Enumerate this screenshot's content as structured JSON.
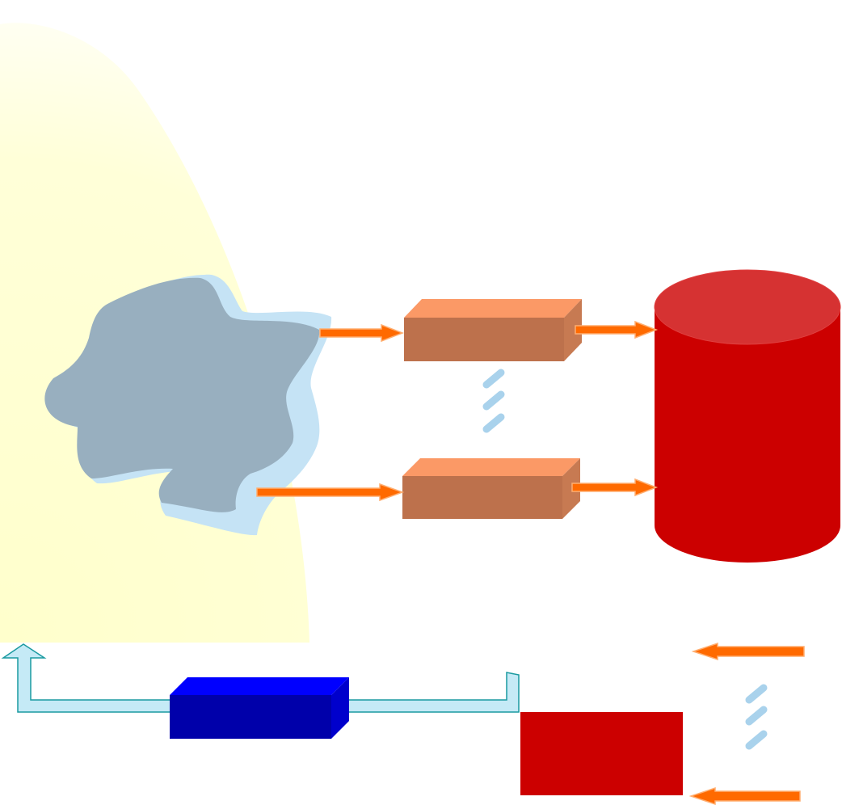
{
  "colors": {
    "background": "#ffffff",
    "glow": "#ffffcc",
    "cloud_face": "#98afbf",
    "cloud_side": "#c5e3f5",
    "box_top": "#fb9966",
    "box_front": "#bd714c",
    "box_side": "#c77a52",
    "cylinder_body": "#cc0000",
    "cylinder_top": "#d63232",
    "arrow": "#ff6a00",
    "arrow_edge": "#ffae70",
    "dots": "#a9d2ec",
    "blue_box_front": "#0000aa",
    "blue_box_top": "#0000ff",
    "blue_box_side": "#0000cc",
    "loop_arrow_fill": "#c5eaf6",
    "loop_arrow_stroke": "#1a9aa0",
    "red_rect": "#cc0000"
  },
  "diagram": {
    "nodes": [
      {
        "id": "cloud",
        "shape": "irregular-blob"
      },
      {
        "id": "box-upper",
        "shape": "3d-box"
      },
      {
        "id": "box-lower",
        "shape": "3d-box"
      },
      {
        "id": "cylinder",
        "shape": "cylinder"
      },
      {
        "id": "blue-box",
        "shape": "3d-box"
      },
      {
        "id": "red-rect",
        "shape": "rectangle"
      }
    ],
    "edges": [
      {
        "from": "cloud",
        "to": "box-upper"
      },
      {
        "from": "cloud",
        "to": "box-lower"
      },
      {
        "from": "box-upper",
        "to": "cylinder"
      },
      {
        "from": "box-lower",
        "to": "cylinder"
      },
      {
        "from": "red-rect",
        "to": "cloud",
        "via": "blue-box"
      }
    ],
    "ellipsis_groups": [
      "between-boxes",
      "between-right-arrows"
    ]
  }
}
